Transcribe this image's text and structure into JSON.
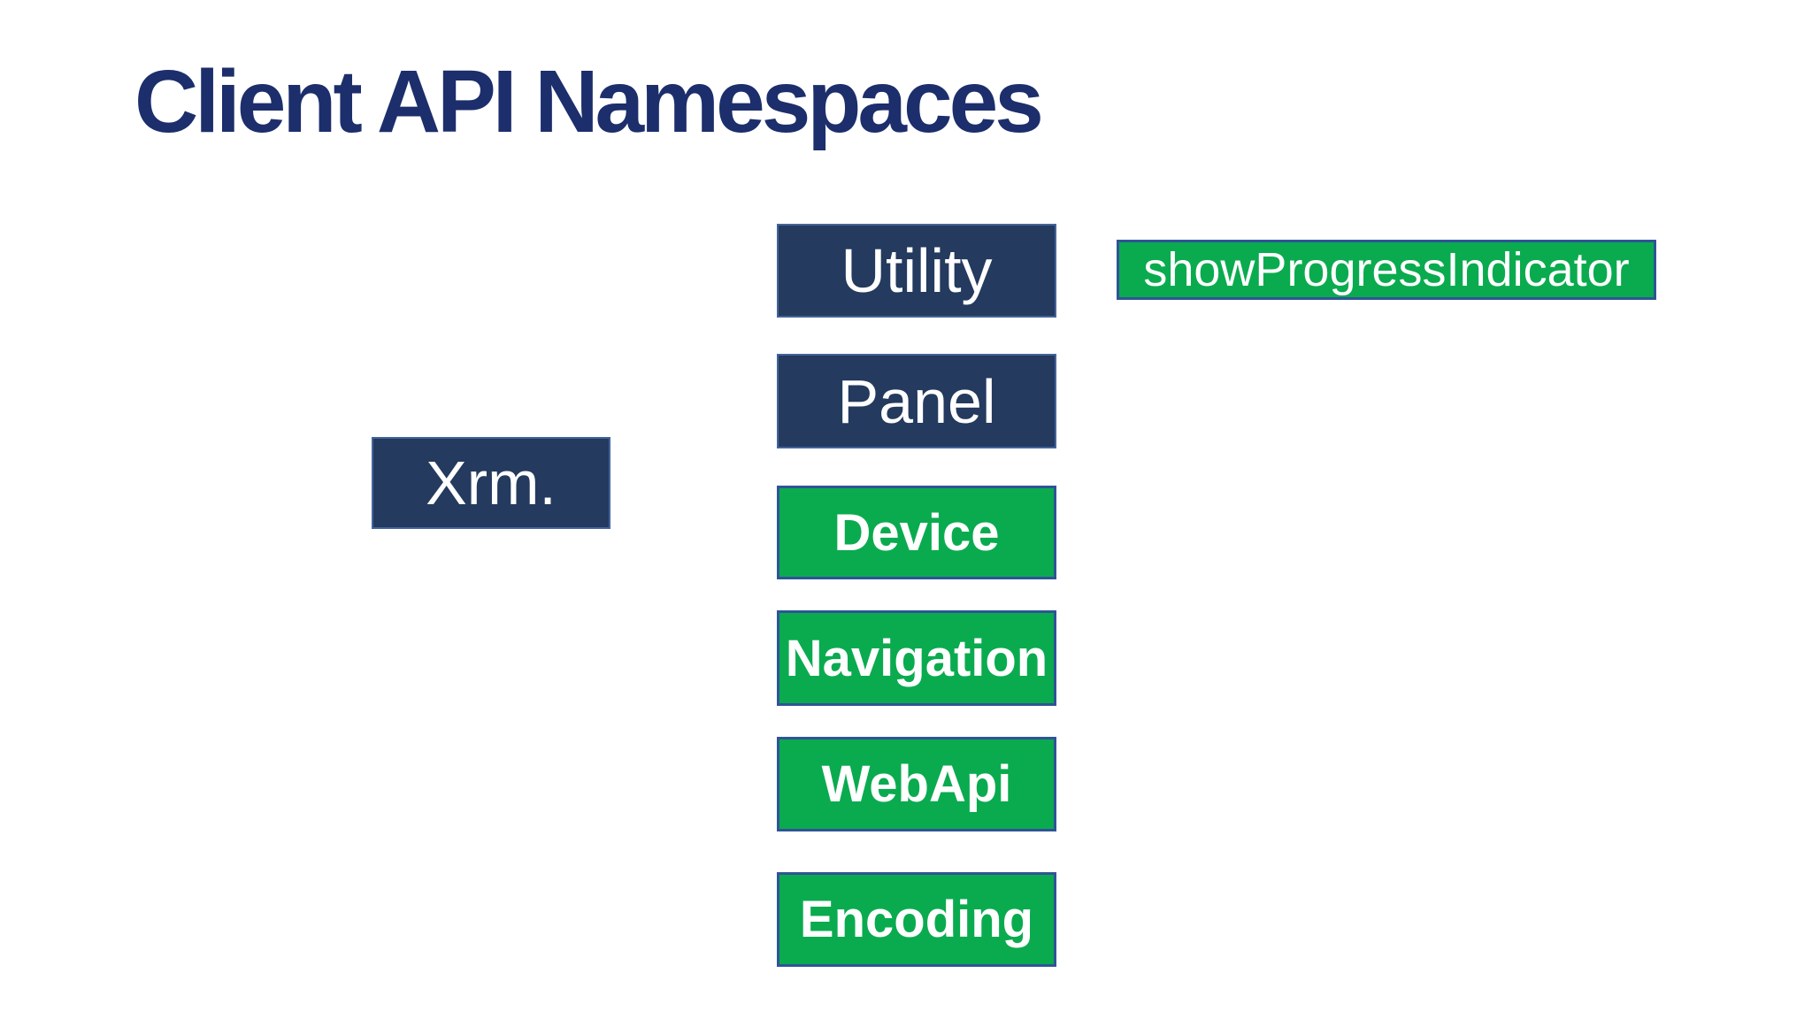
{
  "slide": {
    "title": "Client API Namespaces",
    "root_box": {
      "label": "Xrm."
    },
    "namespaces": [
      {
        "label": "Utility",
        "style": "navy"
      },
      {
        "label": "Panel",
        "style": "navy"
      },
      {
        "label": "Device",
        "style": "green"
      },
      {
        "label": "Navigation",
        "style": "green"
      },
      {
        "label": "WebApi",
        "style": "green"
      },
      {
        "label": "Encoding",
        "style": "green"
      }
    ],
    "method_box": {
      "label": "showProgressIndicator"
    },
    "colors": {
      "background": "#ffffff",
      "title_text": "#1c2e6b",
      "navy_fill": "#243a5e",
      "navy_border": "#43649c",
      "green_fill": "#0aab4f",
      "green_border": "#2f5496",
      "box_text": "#ffffff"
    }
  }
}
